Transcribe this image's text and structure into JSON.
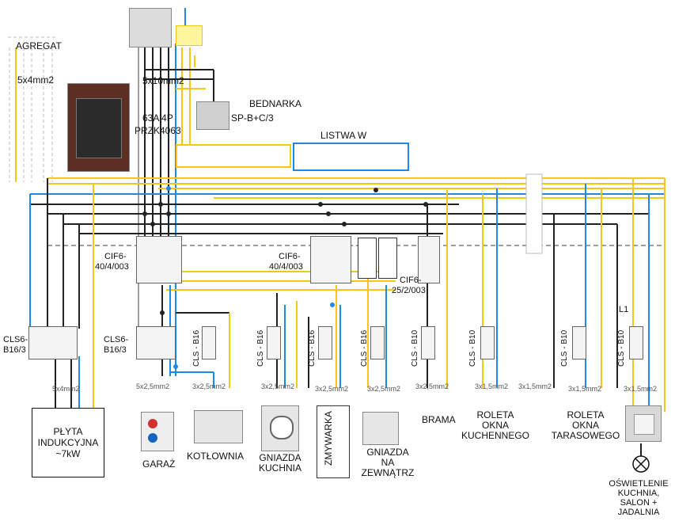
{
  "labels": {
    "agregat": "AGREGAT",
    "cable_agregat": "5x4mm2",
    "cable_main": "5x10mm2",
    "main_switch": "63A 4P",
    "main_switch_model": "PRZK4063",
    "bednarka": "BEDNARKA",
    "surge": "SP-B+C/3",
    "listwa": "LISTWA W",
    "rcd1_a": "CIF6-",
    "rcd1_b": "40/4/003",
    "rcd2_a": "CIF6-",
    "rcd2_b": "40/4/003",
    "rcd3_a": "CIF6-",
    "rcd3_b": "25/2/003",
    "cb1_a": "CLS6-",
    "cb1_b": "B16/3",
    "cb2_a": "CLS6-",
    "cb2_b": "B16/3",
    "cls_b16_a": "CLS - B16",
    "cls_b16_b": "CLS - B16",
    "cls_b16_c": "CLS - B16",
    "cls_b16_d": "CLS - B16",
    "cls_b10_a": "CLS - B10",
    "cls_b10_b": "CLS - B10",
    "cls_b10_c": "CLS - B10",
    "cls_b10_d": "CLS - B10",
    "l1": "L1"
  },
  "wire_labels": [
    "5x4mm2",
    "5x2,5mm2",
    "3x2,5mm2",
    "3x2,5mm2",
    "3x2,5mm2",
    "3x2,5mm2",
    "3x2,5mm2",
    "3x1,5mm2",
    "3x1,5mm2",
    "3x1,5mm2",
    "3x1,5mm2"
  ],
  "loads": {
    "plyta_1": "PŁYTA",
    "plyta_2": "INDUKCYJNA",
    "plyta_3": "~7kW",
    "garaz": "GARAŻ",
    "kotlownia": "KOTŁOWNIA",
    "gniazda_kuchnia_1": "GNIAZDA",
    "gniazda_kuchnia_2": "KUCHNIA",
    "zmywarka": "ZMYWARKA",
    "gniazda_zew_1": "GNIAZDA",
    "gniazda_zew_2": "NA",
    "gniazda_zew_3": "ZEWNĄTRZ",
    "brama": "BRAMA",
    "roleta_k_1": "ROLETA",
    "roleta_k_2": "OKNA",
    "roleta_k_3": "KUCHENNEGO",
    "roleta_t_1": "ROLETA",
    "roleta_t_2": "OKNA",
    "roleta_t_3": "TARASOWEGO",
    "oswietlenie_1": "OŚWIETLENIE",
    "oswietlenie_2": "KUCHNIA,",
    "oswietlenie_3": "SALON +",
    "oswietlenie_4": "JADALNIA"
  },
  "colors": {
    "phase": "#f5c518",
    "neutral": "#1e88e5",
    "earth": "#222222",
    "grey": "#9e9e9e"
  }
}
